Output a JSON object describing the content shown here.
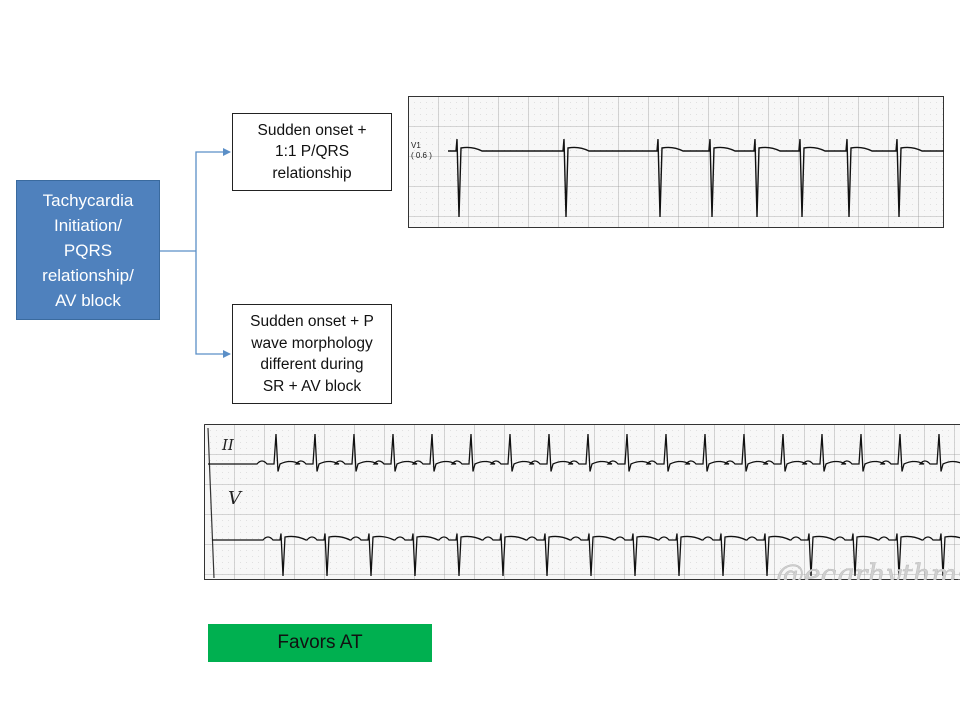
{
  "flowchart": {
    "root": {
      "lines": [
        "Tachycardia",
        "Initiation/",
        "PQRS",
        "relationship/",
        "AV block"
      ],
      "color": "#4f81bd"
    },
    "branch_top": {
      "lines": [
        "Sudden onset +",
        "1:1 P/QRS",
        "relationship"
      ]
    },
    "branch_bottom": {
      "lines": [
        "Sudden onset + P",
        "wave morphology",
        "different during",
        "SR +  AV block"
      ]
    },
    "conclusion": {
      "label": "Favors AT",
      "color": "#00b050"
    },
    "connector_color": "#5b8fc7"
  },
  "ecg_strips": {
    "top": {
      "lead_label": "V1",
      "sub_label": "( 0.6 )"
    },
    "bottom": {
      "lead_label_upper": "II",
      "lead_label_lower": "V"
    }
  },
  "watermark": {
    "text": "@ecgrhythms"
  }
}
